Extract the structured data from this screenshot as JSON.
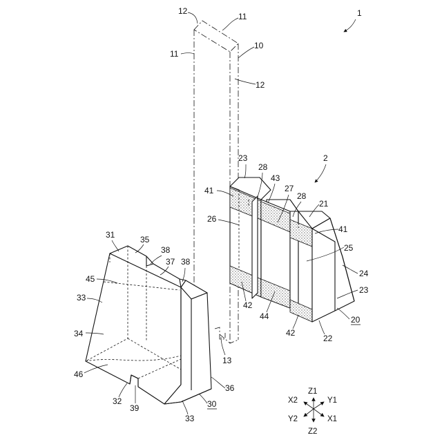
{
  "labels": {
    "assembly": "1",
    "plate": "10",
    "plate_face_a": "11",
    "plate_face_b": "12",
    "plate_notch": "13",
    "module": "2",
    "block_a": "20",
    "top_face": "21",
    "bottom_face": "22",
    "side_face": "23",
    "slant_face": "24",
    "front_face": "25",
    "face_26": "26",
    "face_27": "27",
    "groove": "28",
    "block_b": "30",
    "b_top": "31",
    "b_bottom": "32",
    "b_side": "33",
    "b_slant": "34",
    "b_35": "35",
    "b_36": "36",
    "b_37": "37",
    "b_38": "38",
    "b_39": "39",
    "layer_41": "41",
    "layer_42": "42",
    "l_43": "43",
    "l_44": "44",
    "l_45": "45",
    "l_46": "46"
  },
  "axes": {
    "z_up": "Z1",
    "z_down": "Z2",
    "x_pos": "X1",
    "x_neg": "X2",
    "y_pos": "Y1",
    "y_neg": "Y2"
  }
}
